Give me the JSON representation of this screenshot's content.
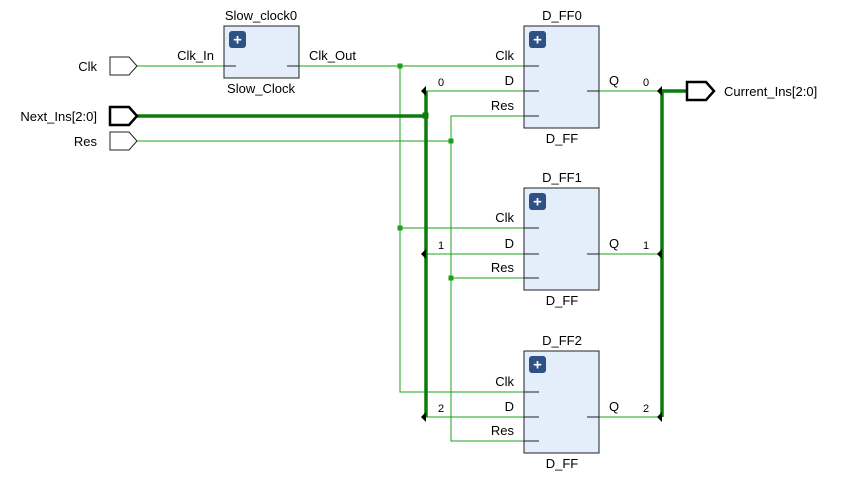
{
  "ports": {
    "clk": "Clk",
    "next_ins": "Next_Ins[2:0]",
    "res": "Res",
    "current_ins": "Current_Ins[2:0]"
  },
  "slow_clock": {
    "instance": "Slow_clock0",
    "module": "Slow_Clock",
    "pin_in": "Clk_In",
    "pin_out": "Clk_Out"
  },
  "flip_flops": [
    {
      "instance": "D_FF0",
      "module": "D_FF",
      "pin_clk": "Clk",
      "pin_d": "D",
      "pin_res": "Res",
      "pin_q": "Q",
      "bit_in": "0",
      "bit_out": "0"
    },
    {
      "instance": "D_FF1",
      "module": "D_FF",
      "pin_clk": "Clk",
      "pin_d": "D",
      "pin_res": "Res",
      "pin_q": "Q",
      "bit_in": "1",
      "bit_out": "1"
    },
    {
      "instance": "D_FF2",
      "module": "D_FF",
      "pin_clk": "Clk",
      "pin_d": "D",
      "pin_res": "Res",
      "pin_q": "Q",
      "bit_in": "2",
      "bit_out": "2"
    }
  ],
  "expand_symbol": "+",
  "colors": {
    "wire": "#1aa31a",
    "bus": "#0a7d0a",
    "block_fill": "#e4eefa",
    "expand_button": "#2d5184"
  }
}
